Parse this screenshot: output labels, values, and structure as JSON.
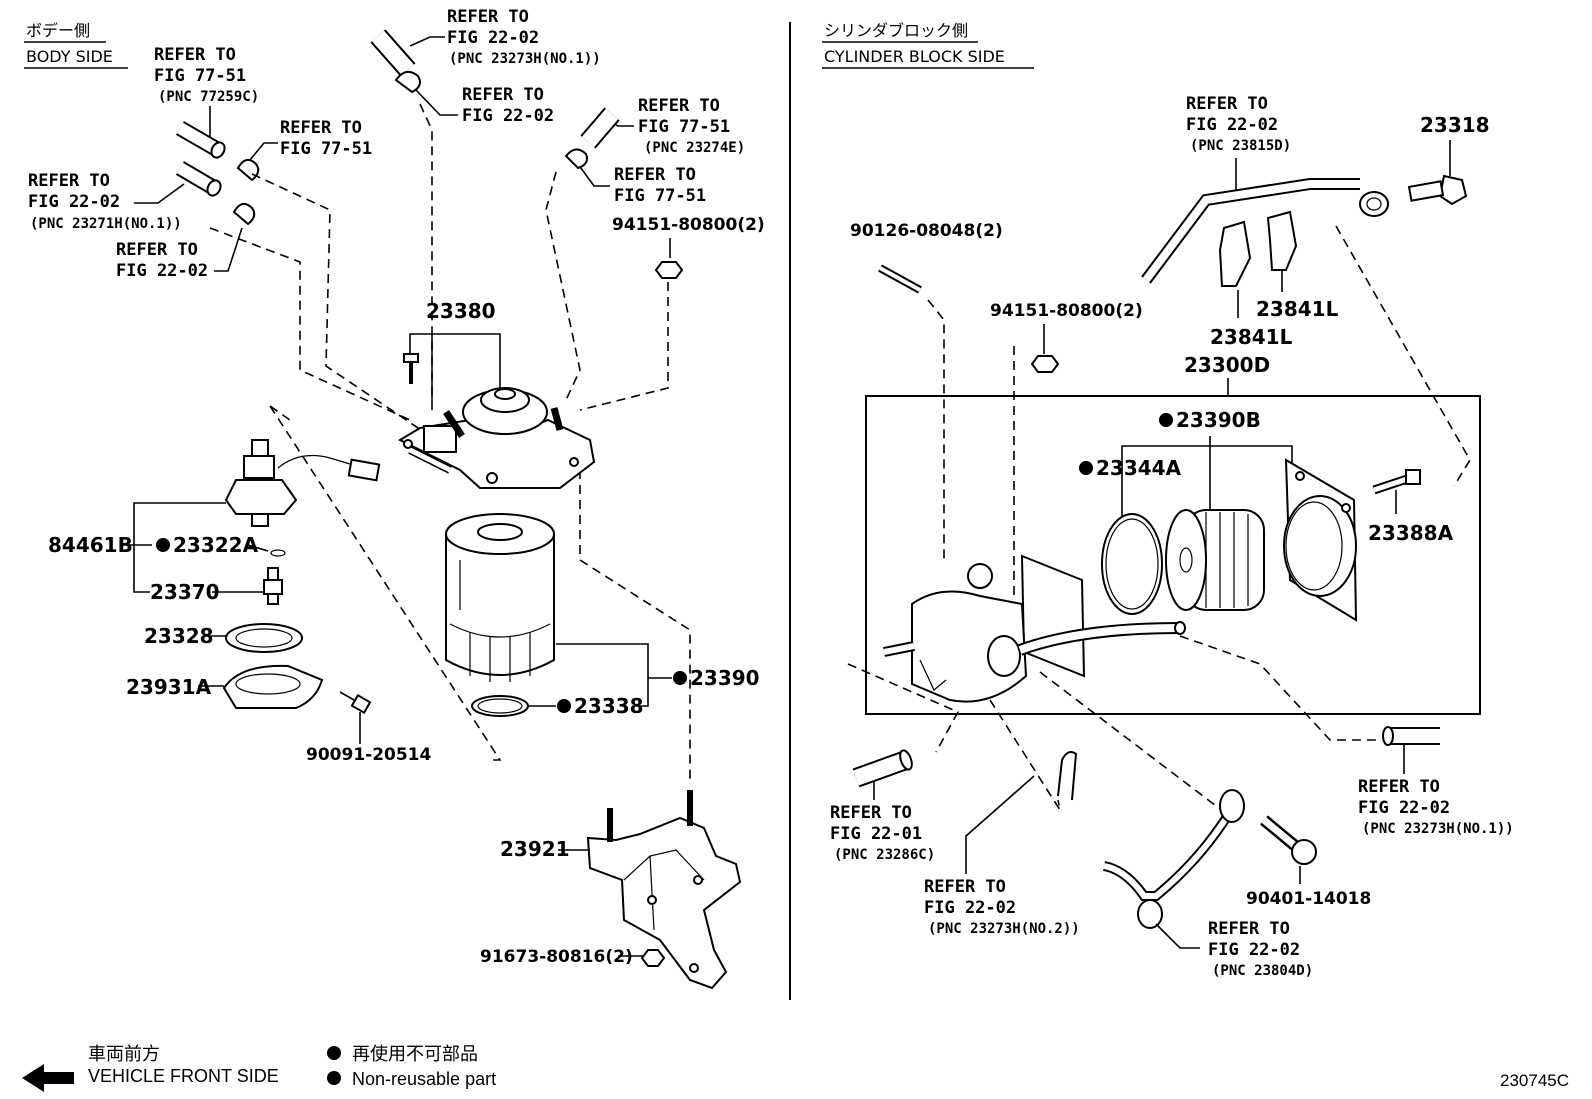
{
  "body_side": {
    "label_jp": "ボデー側",
    "label_en": "BODY SIDE"
  },
  "cylinder_side": {
    "label_jp": "シリンダブロック側",
    "label_en": "CYLINDER BLOCK SIDE"
  },
  "refs": {
    "r1": {
      "l1": "REFER TO",
      "l2": "FIG 77-51",
      "pnc": "(PNC 77259C)"
    },
    "r2": {
      "l1": "REFER TO",
      "l2": "FIG 77-51"
    },
    "r3": {
      "l1": "REFER TO",
      "l2": "FIG 22-02",
      "pnc": "(PNC 23271H(NO.1))"
    },
    "r4": {
      "l1": "REFER TO",
      "l2": "FIG 22-02"
    },
    "r5": {
      "l1": "REFER TO",
      "l2": "FIG 22-02",
      "pnc": "(PNC 23273H(NO.1))"
    },
    "r6": {
      "l1": "REFER TO",
      "l2": "FIG 22-02"
    },
    "r7": {
      "l1": "REFER TO",
      "l2": "FIG 77-51",
      "pnc": "(PNC 23274E)"
    },
    "r8": {
      "l1": "REFER TO",
      "l2": "FIG 77-51"
    },
    "r9": {
      "l1": "REFER TO",
      "l2": "FIG 22-02",
      "pnc": "(PNC 23815D)"
    },
    "r10": {
      "l1": "REFER TO",
      "l2": "FIG 22-01",
      "pnc": "(PNC 23286C)"
    },
    "r11": {
      "l1": "REFER TO",
      "l2": "FIG 22-02",
      "pnc": "(PNC 23273H(NO.2))"
    },
    "r12": {
      "l1": "REFER TO",
      "l2": "FIG 22-02",
      "pnc": "(PNC 23804D)"
    },
    "r13": {
      "l1": "REFER TO",
      "l2": "FIG 22-02",
      "pnc": "(PNC 23273H(NO.1))"
    }
  },
  "parts": {
    "p94151a": "94151-80800(2)",
    "p23380": "23380",
    "p84461b": "84461B",
    "p23322a": "23322A",
    "p23370": "23370",
    "p23328": "23328",
    "p23931a": "23931A",
    "p90091": "90091-20514",
    "p23338": "23338",
    "p23390": "23390",
    "p23921": "23921",
    "p91673": "91673-80816(2)",
    "p23318": "23318",
    "p90126": "90126-08048(2)",
    "p94151b": "94151-80800(2)",
    "p23841l_a": "23841L",
    "p23841l_b": "23841L",
    "p23300d": "23300D",
    "p23390b": "23390B",
    "p23344a": "23344A",
    "p23388a": "23388A",
    "p90401": "90401-14018"
  },
  "legend": {
    "front_jp": "車両前方",
    "front_en": "VEHICLE FRONT SIDE",
    "nonreuse_jp": "再使用不可部品",
    "nonreuse_en": "Non-reusable part"
  },
  "figure_code": "230745C"
}
